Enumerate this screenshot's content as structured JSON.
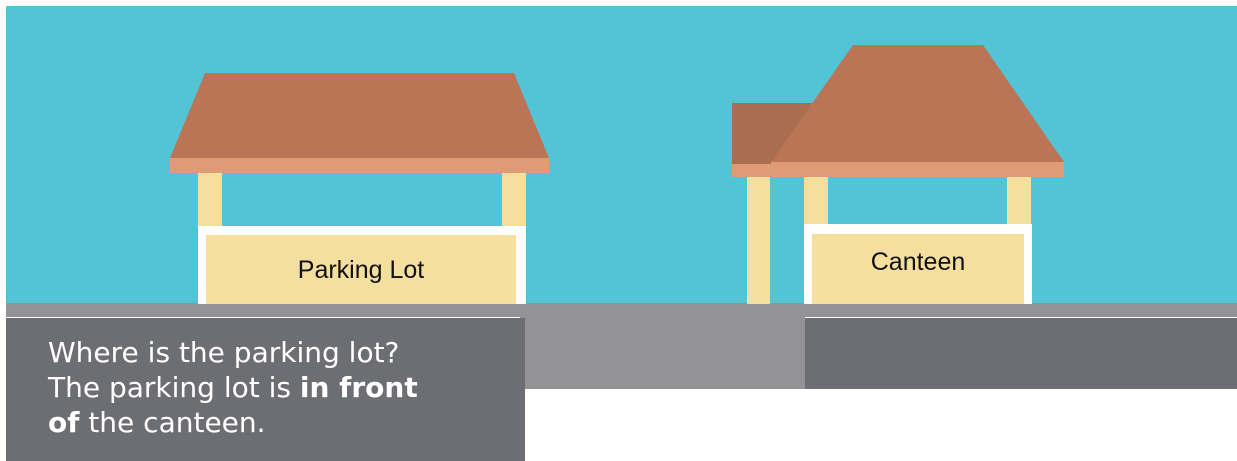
{
  "scene": {
    "colors": {
      "sky": "#52c4d6",
      "roof": "#bb7556",
      "roof_dark": "#a96d4f",
      "roof_edge": "#df9a76",
      "pillar": "#f4df9f",
      "sign_border": "#ffffff",
      "ground_light": "#939396",
      "ground_dark": "#6d6e73",
      "caption_bg": "#6d6e73"
    }
  },
  "signs": {
    "parking_lot": "Parking Lot",
    "canteen": "Canteen"
  },
  "caption": {
    "question": "Where is the parking lot?",
    "answer_pre": "The parking lot is ",
    "answer_bold_1": "in front",
    "answer_bold_2": "of",
    "answer_post": " the canteen."
  }
}
